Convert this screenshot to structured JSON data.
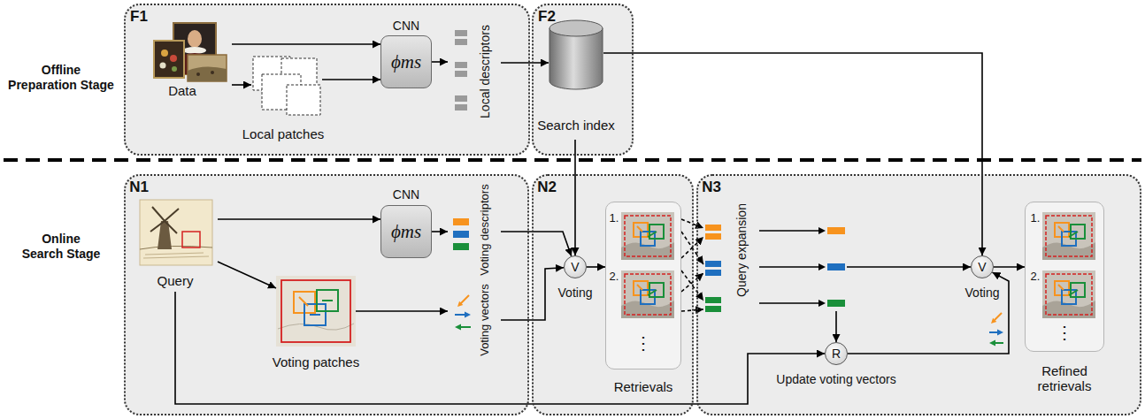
{
  "diagram": {
    "nodes": [
      {
        "text": [
          "F1"
        ]
      },
      {
        "text": [
          "F2"
        ]
      },
      {
        "text": [
          "N1"
        ]
      },
      {
        "text": [
          "N2"
        ]
      },
      {
        "text": [
          "N3"
        ]
      },
      {
        "text": [
          "Data"
        ],
        "in": 0
      },
      {
        "text": [
          "Local patches"
        ],
        "in": 0
      },
      {
        "text": [
          "CNN",
          "ϕms"
        ],
        "in": 0
      },
      {
        "text": [
          "Local descriptors"
        ],
        "in": 0
      },
      {
        "text": [
          "Search index"
        ],
        "in": 1
      },
      {
        "text": [
          "Query"
        ],
        "in": 2
      },
      {
        "text": [
          "CNN",
          "ϕms"
        ],
        "in": 2
      },
      {
        "text": [
          "Voting patches"
        ],
        "in": 2
      },
      {
        "text": [
          "Voting descriptors"
        ],
        "in": 2
      },
      {
        "text": [
          "Voting vectors"
        ],
        "in": 2
      },
      {
        "text": [
          "V",
          "Voting"
        ],
        "in": 3
      },
      {
        "text": [
          "1.",
          "2.",
          "⋮",
          "Retrievals"
        ],
        "in": 3
      },
      {
        "text": [
          "Query expansion"
        ],
        "in": 4
      },
      {
        "text": [
          "V",
          "Voting"
        ],
        "in": 4
      },
      {
        "text": [
          "R",
          "Update voting vectors"
        ],
        "in": 4
      },
      {
        "text": [
          "1.",
          "2.",
          "⋮",
          "Refined retrievals"
        ],
        "in": 4
      }
    ],
    "edges": [
      {
        "from": 5,
        "to": 7,
        "arrow": "to"
      },
      {
        "from": 5,
        "to": 6,
        "arrow": "to"
      },
      {
        "from": 6,
        "to": 7,
        "arrow": "to"
      },
      {
        "from": 7,
        "to": 8,
        "arrow": "to"
      },
      {
        "from": 8,
        "to": 9,
        "arrow": "to"
      },
      {
        "from": 9,
        "to": 15,
        "arrow": "to"
      },
      {
        "from": 9,
        "to": 18,
        "arrow": "to"
      },
      {
        "from": 10,
        "to": 11,
        "arrow": "to"
      },
      {
        "from": 10,
        "to": 12,
        "arrow": "to"
      },
      {
        "from": 11,
        "to": 13,
        "arrow": "to"
      },
      {
        "from": 12,
        "to": 14,
        "arrow": "to"
      },
      {
        "from": 13,
        "to": 15,
        "arrow": "to"
      },
      {
        "from": 14,
        "to": 15,
        "arrow": "to"
      },
      {
        "from": 15,
        "to": 16,
        "arrow": "to"
      },
      {
        "from": 16,
        "to": 17,
        "arrow": "to"
      },
      {
        "from": 17,
        "to": 18,
        "arrow": "to"
      },
      {
        "from": 17,
        "to": 19,
        "arrow": "to"
      },
      {
        "from": 10,
        "to": 19,
        "arrow": "to"
      },
      {
        "from": 19,
        "to": 18,
        "arrow": "to"
      },
      {
        "from": 18,
        "to": 20,
        "arrow": "to"
      }
    ],
    "labels": [
      "Offline Preparation Stage",
      "Online Search Stage"
    ]
  }
}
